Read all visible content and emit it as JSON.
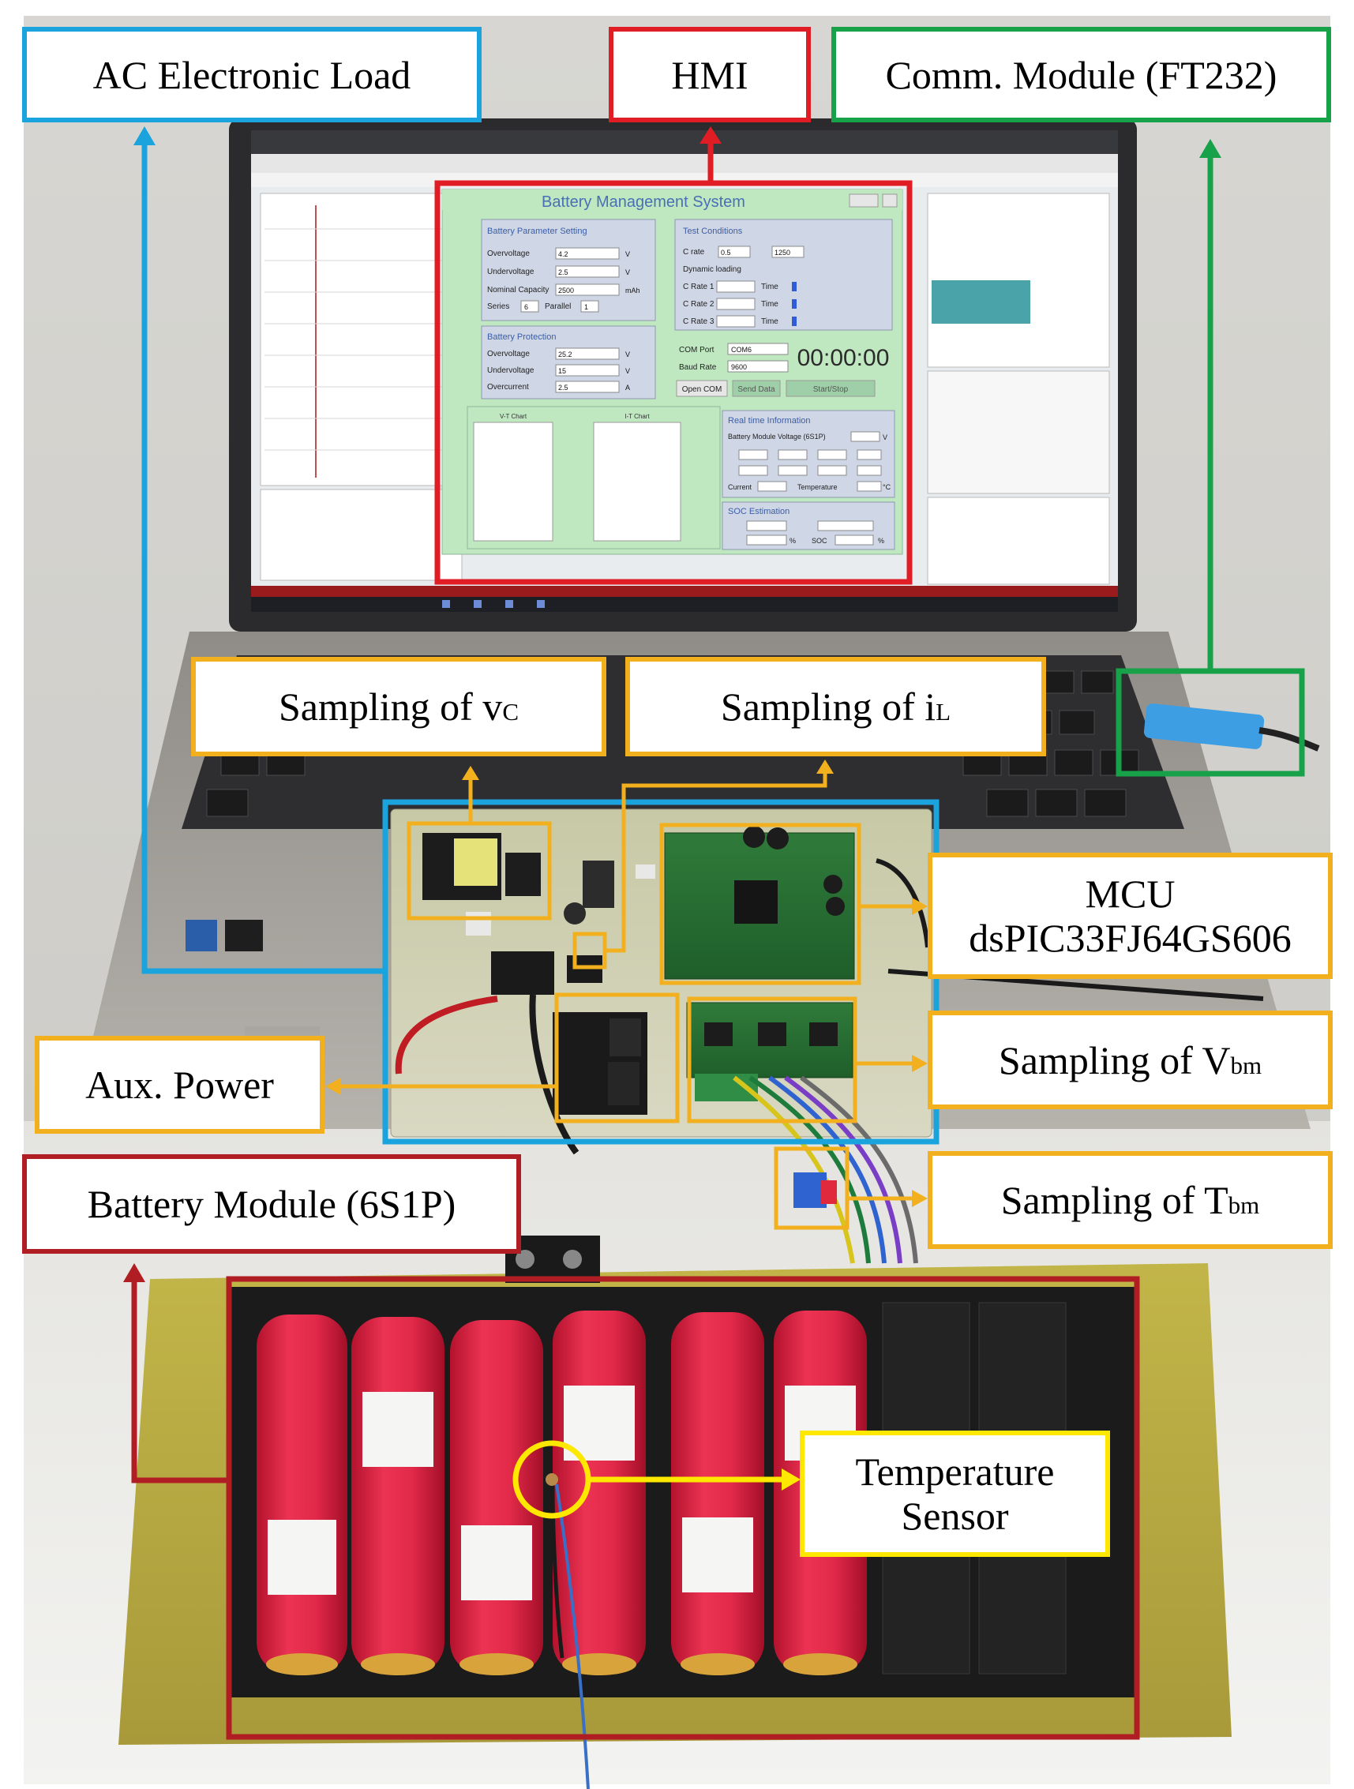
{
  "photo": {
    "description_free": true
  },
  "colors": {
    "blue": "#1aa3dd",
    "red": "#e01d24",
    "green": "#17a24a",
    "orange": "#f2b01e",
    "darkred": "#b01e23",
    "yellow": "#ffe800",
    "battery": "#e02a4a",
    "hmi_bg": "#bfe8c0"
  },
  "labels": {
    "ac_load": "AC Electronic Load",
    "hmi": "HMI",
    "comm": "Comm. Module (FT232)",
    "vc_prefix": "Sampling of v",
    "vc_sub": "C",
    "il_prefix": "Sampling of i",
    "il_sub": "L",
    "mcu_line1": "MCU",
    "mcu_line2": "dsPIC33FJ64GS606",
    "aux": "Aux. Power",
    "vbm_prefix": "Sampling of V",
    "vbm_sub": "bm",
    "tbm_prefix": "Sampling of T",
    "tbm_sub": "bm",
    "battery_module": "Battery Module (6S1P)",
    "temp_line1": "Temperature",
    "temp_line2": "Sensor"
  },
  "hmi_window": {
    "title": "Battery Management System",
    "param_header": "Battery Parameter Setting",
    "test_header": "Test Conditions",
    "protection_header": "Battery Protection",
    "overvoltage": "Overvoltage",
    "undervoltage": "Undervoltage",
    "nominal_capacity": "Nominal Capacity",
    "overcurrent": "Overcurrent",
    "series": "Series",
    "parallel": "Parallel",
    "ov_val": "4.2",
    "uv_val": "2.5",
    "cap_val": "2500",
    "series_val": "6",
    "parallel_val": "1",
    "p_ov_val": "25.2",
    "p_uv_val": "15",
    "p_oc_val": "2.5",
    "c_rate": "C rate",
    "dynamic_loading": "Dynamic loading",
    "c_rate_val": "0.5",
    "c_rate_ma": "1250",
    "c_rate_1": "C Rate 1",
    "c_rate_2": "C Rate 2",
    "c_rate_3": "C Rate 3",
    "time": "Time",
    "com_port": "COM Port",
    "com_port_val": "COM6",
    "baud_rate": "Baud Rate",
    "baud_rate_val": "9600",
    "open_com": "Open COM",
    "send_data": "Send Data",
    "start_stop": "Start/Stop",
    "timer": "00:00:00",
    "vt_chart": "V-T Chart",
    "it_chart": "I-T Chart",
    "realtime_header": "Real time Information",
    "module_voltage": "Battery Module Voltage (6S1P)",
    "current": "Current",
    "temperature": "Temperature",
    "soc_header": "SOC Estimation",
    "soc": "SOC",
    "unit_v": "V",
    "unit_mah": "mAh",
    "unit_a": "A",
    "unit_c": "°C",
    "unit_pct": "%"
  }
}
